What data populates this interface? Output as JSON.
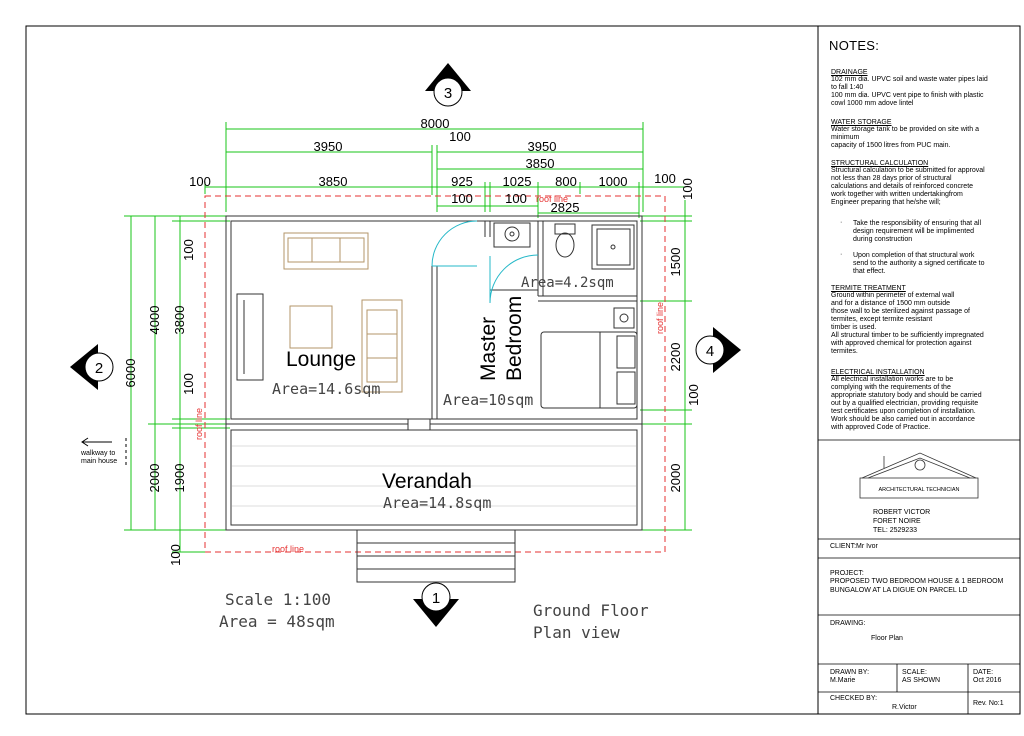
{
  "dimensions": {
    "overall": "8000",
    "left_half": "3950",
    "right_half": "3950",
    "gap_100": "100",
    "right_3850": "3850",
    "left_100": "100",
    "left_3850": "3850",
    "d925": "925",
    "d1025": "1025",
    "d800": "800",
    "d1000": "1000",
    "right_100": "100",
    "sub_100_a": "100",
    "sub_100_b": "100",
    "d2825": "2825",
    "v6000": "6000",
    "v4000": "4000",
    "v3800": "3800",
    "v100_top": "100",
    "v100_mid": "100",
    "v2000": "2000",
    "v1900": "1900",
    "v100_bot": "100",
    "r100_top": "100",
    "r1500": "1500",
    "r2200": "2200",
    "r100_mid": "100",
    "r2000": "2000"
  },
  "rooms": {
    "lounge": {
      "name": "Lounge",
      "area": "Area=14.6sqm"
    },
    "bedroom": {
      "name_1": "Master",
      "name_2": "Bedroom",
      "area": "Area=10sqm"
    },
    "bath": {
      "area": "Area=4.2sqm"
    },
    "verandah": {
      "name": "Verandah",
      "area": "Area=14.8sqm"
    }
  },
  "roof_line": "roof line",
  "walkway": {
    "line1": "walkway to",
    "line2": "main house"
  },
  "markers": {
    "top": "3",
    "left": "2",
    "right": "4",
    "bottom": "1"
  },
  "scale_text": "Scale 1:100",
  "area_text": "Area = 48sqm",
  "plan_title_1": "Ground Floor",
  "plan_title_2": "Plan view",
  "notes": {
    "title": "NOTES:",
    "drainage_h": "DRAINAGE",
    "drainage_t": "102 mm dia. UPVC soil and waste water pipes laid\nto fall 1:40\n100 mm dia. UPVC vent pipe to finish with plastic\ncowl 1000 mm adove lintel",
    "water_h": "WATER STORAGE",
    "water_t": "Water storage tank to be provided on site with a\nminimum\ncapacity of 1500 litres from PUC main.",
    "struct_h": "STRUCTURAL CALCULATION",
    "struct_t": "Structural calculation to be submitted for approval\nnot less than 28 days prior of structural\ncalculations and details of reinforced concrete\nwork together with written undertakingfrom\nEngineer preparing that he/she will;",
    "bullet1": "Take the responsibility of ensuring that all\ndesign requirement will be   implimented\nduring construction",
    "bullet2": "Upon completion of that structural work\nsend to the authority a signed certificate to\nthat effect.",
    "termite_h": "TERMITE TREATMENT",
    "termite_t": "Ground within perimeter of external wall\nand for a distance of 1500 mm outside\nthose wall to be sterilized against passage of\ntermites, except termite resistant\ntimber is used.\nAll structural timber to be sufficiently impregnated\nwith approved chemical for protection against\ntermites.",
    "elec_h": "ELECTRICAL INSTALLATION",
    "elec_t": "All electrical installation works are to be\ncomplying with the requirements of the\nappropriate statutory body and should be carried\nout by a qualified  electrician, providing requisite\ntest certificates upon completion of installation.\nWork should be also carried out in accordance\nwith approved Code of Practice."
  },
  "title_block": {
    "logo_text": "ARCHITECTURAL TECHNICIAN",
    "name": "ROBERT VICTOR",
    "company": "FORET NOIRE",
    "tel": "TEL:  2529233",
    "client": "CLIENT:Mr Ivor",
    "project_label": "PROJECT:",
    "project_1": "PROPOSED TWO BEDROOM HOUSE & 1 BEDROOM",
    "project_2": "BUNGALOW AT LA DIGUE ON PARCEL LD",
    "drawing_label": "DRAWING:",
    "drawing": "Floor Plan",
    "drawn_label": "DRAWN BY:",
    "drawn": "M.Marie",
    "scale_label": "SCALE:",
    "scale": "AS SHOWN",
    "date_label": "DATE:",
    "date": "Oct 2016",
    "checked_label": "CHECKED BY:",
    "checked": "R.Victor",
    "rev": "Rev. No:1"
  }
}
